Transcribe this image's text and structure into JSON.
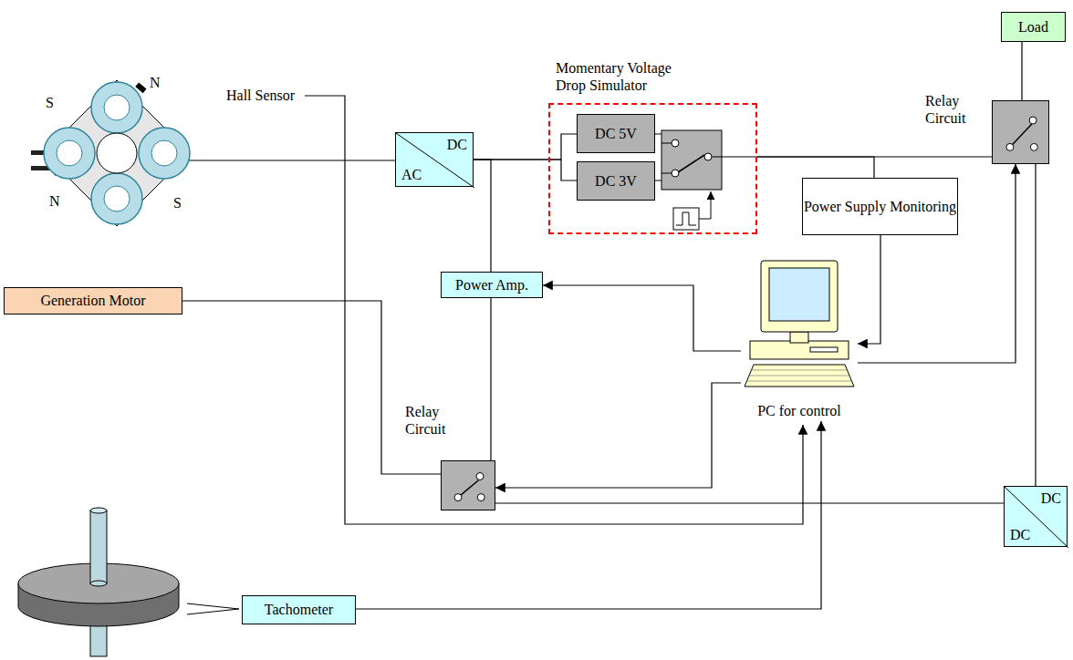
{
  "diagram": {
    "nodes": [
      {
        "text": [
          "Load"
        ]
      },
      {
        "text": [
          "DC",
          "AC"
        ]
      },
      {
        "text": [
          "Momentary Voltage Drop Simulator"
        ]
      },
      {
        "text": [
          "DC 5V"
        ],
        "in": 2
      },
      {
        "text": [
          "DC 3V"
        ],
        "in": 2
      },
      {
        "text": [
          "Relay Circuit"
        ]
      },
      {
        "text": [
          "Power Supply Monitoring"
        ]
      },
      {
        "text": [
          "Power Amp."
        ]
      },
      {
        "text": [
          "Generation Motor"
        ]
      },
      {
        "text": [
          "PC for control"
        ]
      },
      {
        "text": [
          "Relay Circuit"
        ]
      },
      {
        "text": [
          "DC",
          "DC"
        ]
      },
      {
        "text": [
          "Tachometer"
        ]
      }
    ],
    "edges": [
      {
        "from": 1,
        "to": 3,
        "arrow": "none"
      },
      {
        "from": 1,
        "to": 4,
        "arrow": "none"
      },
      {
        "from": 1,
        "to": 7,
        "arrow": "none"
      },
      {
        "from": 2,
        "to": 5,
        "arrow": "none"
      },
      {
        "from": 2,
        "to": 6,
        "arrow": "none"
      },
      {
        "from": 5,
        "to": 0,
        "arrow": "none"
      },
      {
        "from": 6,
        "to": 9,
        "arrow": "to"
      },
      {
        "from": 9,
        "to": 7,
        "arrow": "to"
      },
      {
        "from": 7,
        "to": 10,
        "arrow": "none"
      },
      {
        "from": 9,
        "to": 10,
        "arrow": "to"
      },
      {
        "from": 8,
        "to": 10,
        "arrow": "none"
      },
      {
        "from": 10,
        "to": 11,
        "arrow": "none"
      },
      {
        "from": 11,
        "to": 5,
        "arrow": "none"
      },
      {
        "from": 9,
        "to": 5,
        "arrow": "to"
      },
      {
        "from": 12,
        "to": 9,
        "arrow": "to"
      }
    ],
    "labels": [
      "Hall Sensor",
      "S",
      "N",
      "N",
      "S"
    ]
  }
}
